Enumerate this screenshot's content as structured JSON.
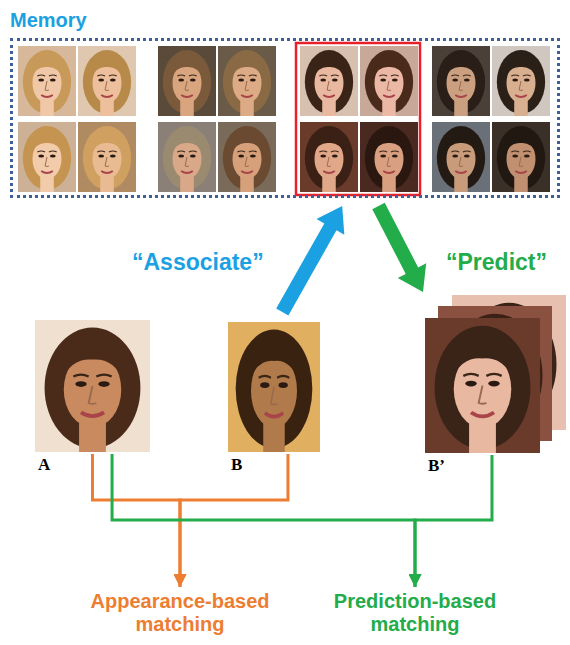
{
  "diagram": {
    "nodes": [
      {
        "text": [
          "Memory"
        ]
      },
      {
        "text": [
          "A"
        ]
      },
      {
        "text": [
          "B"
        ]
      },
      {
        "text": [
          "B’"
        ]
      },
      {
        "text": [
          "Appearance-based matching"
        ]
      },
      {
        "text": [
          "Prediction-based matching"
        ]
      }
    ],
    "edges": [
      {
        "from": 2,
        "to": 0,
        "arrow": "to",
        "label": "“Associate”"
      },
      {
        "from": 0,
        "to": 3,
        "arrow": "to",
        "label": "“Predict”"
      },
      {
        "from": 1,
        "to": 4,
        "arrow": "to"
      },
      {
        "from": 2,
        "to": 4,
        "arrow": "to"
      },
      {
        "from": 1,
        "to": 5,
        "arrow": "to"
      },
      {
        "from": 3,
        "to": 5,
        "arrow": "to"
      }
    ]
  }
}
